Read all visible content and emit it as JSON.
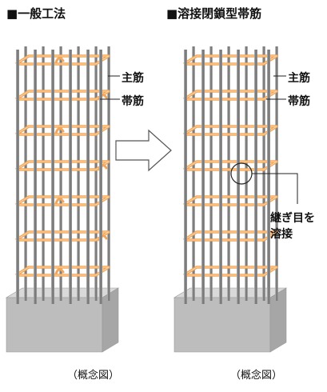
{
  "left": {
    "title": "■一般工法",
    "labels": {
      "main": "主筋",
      "hoop": "帯筋"
    },
    "caption": "（概念図）"
  },
  "right": {
    "title": "■溶接閉鎖型帯筋",
    "labels": {
      "main": "主筋",
      "hoop": "帯筋",
      "weld_1": "継ぎ目を",
      "weld_2": "溶接"
    },
    "caption": "（概念図）"
  },
  "colors": {
    "hoop": "#f2a65a",
    "bar": "#8c8c8c",
    "base_top": "#d9d9d9",
    "base_front": "#bdbdbd",
    "base_side": "#a6a6a6"
  }
}
